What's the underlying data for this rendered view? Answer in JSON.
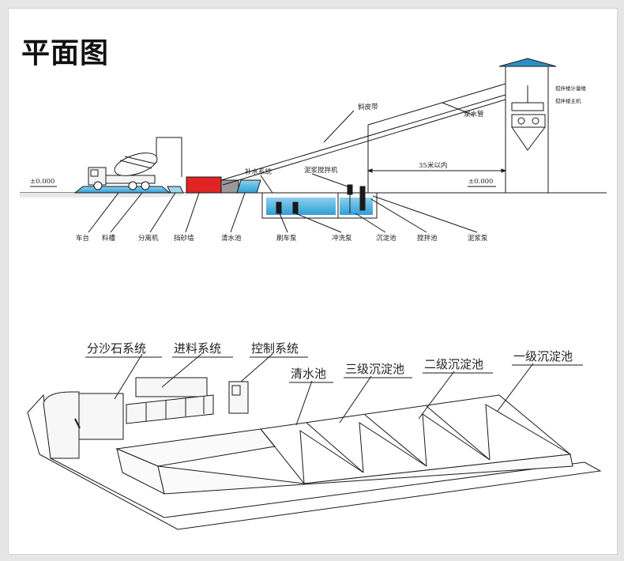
{
  "title": "平面图",
  "top_diagram": {
    "levels": {
      "left": "±0.000",
      "right": "±0.000"
    },
    "callouts": {
      "belt": "斜皮带",
      "slurry_pipe": "浆水管",
      "distance": "35米以内",
      "water_supply": "补水系统",
      "mixer": "泥浆搅拌机",
      "meter": "搅拌楼计量楼",
      "host": "搅拌楼主机"
    },
    "bottom_labels": [
      "车台",
      "料槽",
      "分离机",
      "挡砂墙",
      "清水池",
      "刷车泵",
      "冲洗泵",
      "沉淀池",
      "搅拌池",
      "泥浆泵"
    ]
  },
  "bottom_diagram": {
    "labels": {
      "sand_stone": "分沙石系统",
      "feed": "进料系统",
      "control": "控制系统",
      "clear_pool": "清水池",
      "level3": "三级沉淀池",
      "level2": "二级沉淀池",
      "level1": "一级沉淀池"
    }
  },
  "colors": {
    "water": "#3aa7d9",
    "separator": "#e02424",
    "ink": "#1a1a1a"
  }
}
